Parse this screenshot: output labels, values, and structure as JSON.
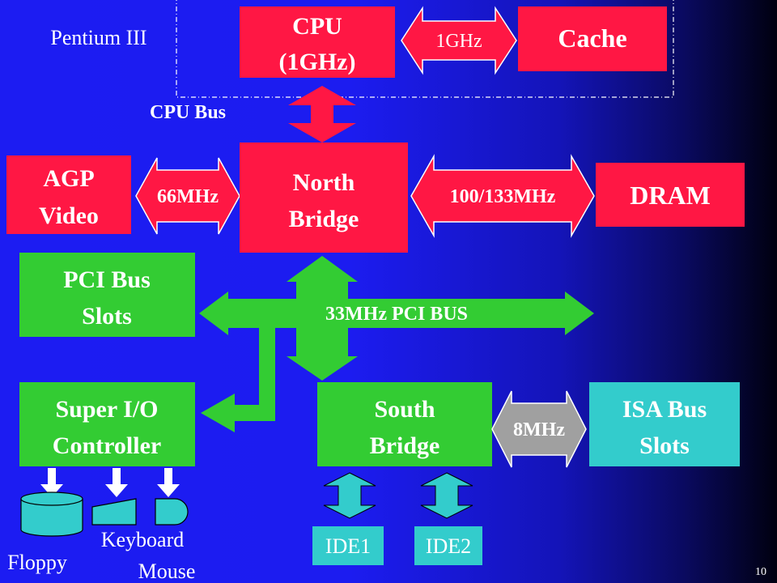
{
  "page_number": "10",
  "labels": {
    "pentium": "Pentium III",
    "cpu_bus": "CPU Bus",
    "floppy": "Floppy",
    "keyboard": "Keyboard",
    "mouse": "Mouse"
  },
  "boxes": {
    "cpu": [
      "CPU",
      "(1GHz)"
    ],
    "cache": "Cache",
    "agp": [
      "AGP",
      "Video"
    ],
    "north_bridge": [
      "North",
      "Bridge"
    ],
    "dram": "DRAM",
    "pci_slots": [
      "PCI Bus",
      "Slots"
    ],
    "super_io": [
      "Super I/O",
      "Controller"
    ],
    "south_bridge": [
      "South",
      "Bridge"
    ],
    "isa_slots": [
      "ISA Bus",
      "Slots"
    ],
    "ide1": "IDE1",
    "ide2": "IDE2"
  },
  "buses": {
    "cpu_cache": "1GHz",
    "agp_link": "66MHz",
    "dram_link": "100/133MHz",
    "pci": "33MHz PCI BUS",
    "isa_link": "8MHz"
  },
  "colors": {
    "box_red": "#ff1744",
    "box_green": "#33cc33",
    "box_cyan": "#33cccc",
    "arrow_gray": "#a0a0a0",
    "text": "#ffffff"
  }
}
